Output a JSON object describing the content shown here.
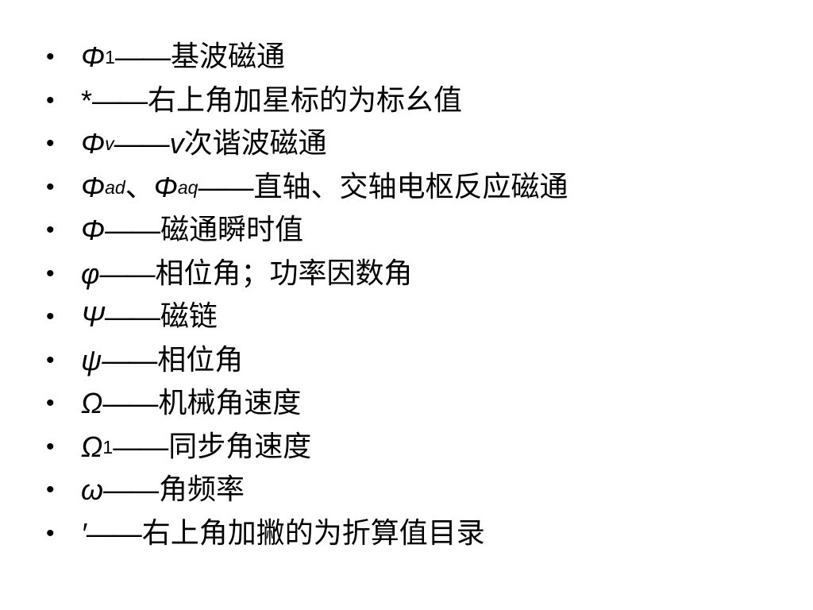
{
  "slide": {
    "bullet_char": "•",
    "items": [
      {
        "symbol": "Φ",
        "sub": "1",
        "dash": "——",
        "text": "基波磁通"
      },
      {
        "symbol": "*",
        "dash": "——",
        "text": "右上角加星标的为标幺值"
      },
      {
        "symbol": "Φ",
        "sub": "v",
        "dash": "——",
        "text_prefix": "v",
        "text": "次谐波磁通"
      },
      {
        "symbol": "Φ",
        "sub": "ad",
        "separator": "、",
        "symbol2": "Φ",
        "sub2": "aq",
        "dash": "——",
        "text": "直轴、交轴电枢反应磁通"
      },
      {
        "symbol": "Φ",
        "dash": "——",
        "text": "磁通瞬时值"
      },
      {
        "symbol": "φ",
        "dash": "——",
        "text": "相位角；功率因数角"
      },
      {
        "symbol": "Ψ",
        "dash": "——",
        "text": "磁链"
      },
      {
        "symbol": "ψ",
        "dash": "——",
        "text": "相位角"
      },
      {
        "symbol": "Ω",
        "dash": "——",
        "text": "机械角速度"
      },
      {
        "symbol": "Ω",
        "sub": "1",
        "dash": "——",
        "text": "同步角速度"
      },
      {
        "symbol": "ω",
        "dash": "——",
        "text": "角频率"
      },
      {
        "symbol": "′",
        "dash": "——",
        "text": "右上角加撇的为折算值目录"
      }
    ]
  }
}
